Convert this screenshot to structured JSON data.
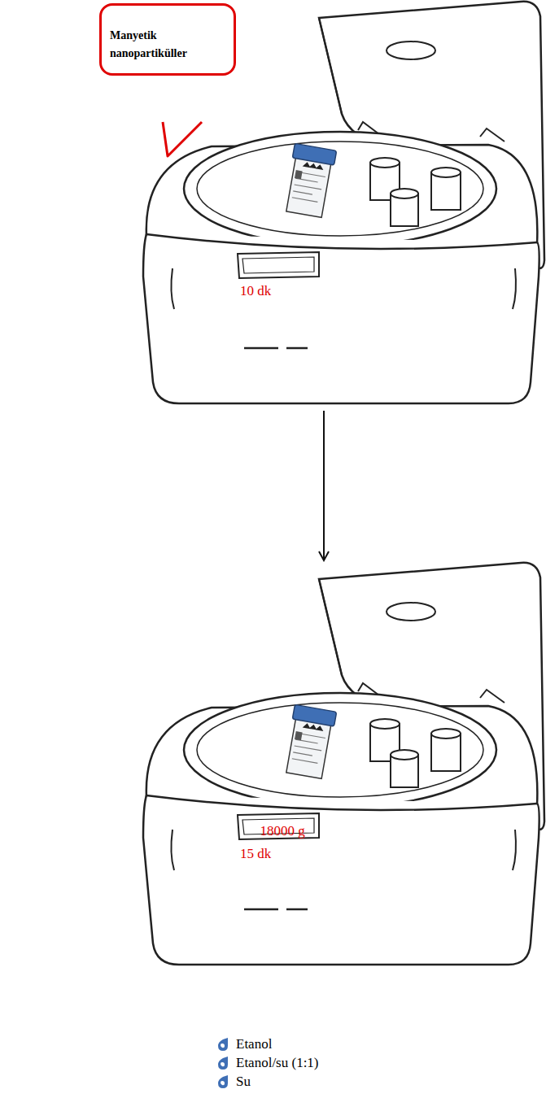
{
  "diagram": {
    "nodes": [
      {
        "text": [
          "Manyetik nanopartiküller"
        ]
      },
      {
        "text": [
          "10 dk"
        ]
      },
      {
        "text": [
          "15 dk"
        ]
      },
      {
        "text": [
          "18000 g"
        ],
        "in": 2
      }
    ],
    "edges": [
      {
        "from": 1,
        "to": 2,
        "arrow": "to"
      }
    ],
    "legend": [
      {
        "text": "Etanol"
      },
      {
        "text": "Etanol/su (1:1)"
      },
      {
        "text": "Su"
      }
    ]
  }
}
